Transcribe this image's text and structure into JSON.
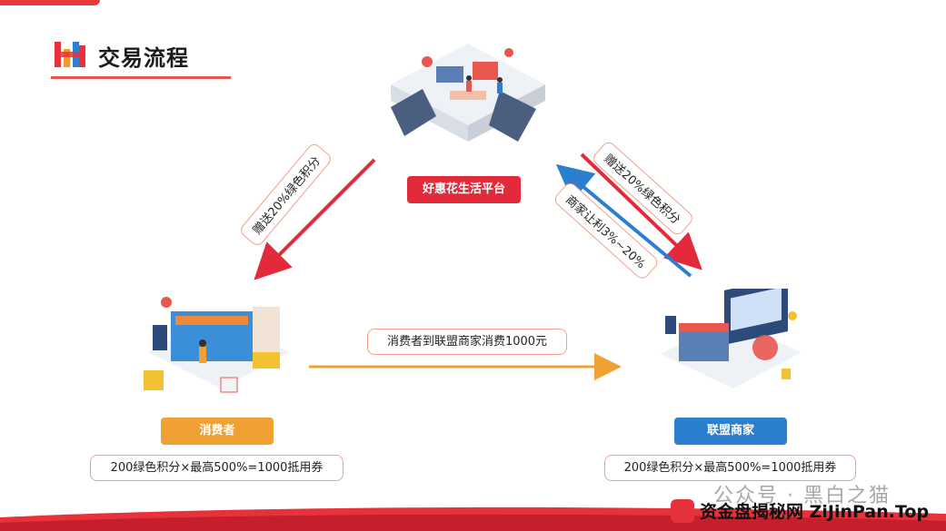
{
  "header": {
    "title": "交易流程"
  },
  "nodes": {
    "platform": "好惠花生活平台",
    "consumer": "消费者",
    "merchant": "联盟商家"
  },
  "formulas": {
    "consumer": "200绿色积分×最高500%=1000抵用券",
    "merchant": "200绿色积分×最高500%=1000抵用券"
  },
  "flows": {
    "platform_to_consumer": "赠送20%绿色积分",
    "platform_to_merchant": "赠送20%绿色积分",
    "merchant_to_platform": "商家让利3%~20%",
    "consumer_to_merchant": "消费者到联盟商家消费1000元"
  },
  "colors": {
    "red": "#e32a3a",
    "blue": "#2c7fcf",
    "orange": "#f0a134"
  },
  "watermark": {
    "line1": "公众号 · 黑白之猫",
    "line2": "资金盘揭秘网 ZiJinPan.Top"
  }
}
